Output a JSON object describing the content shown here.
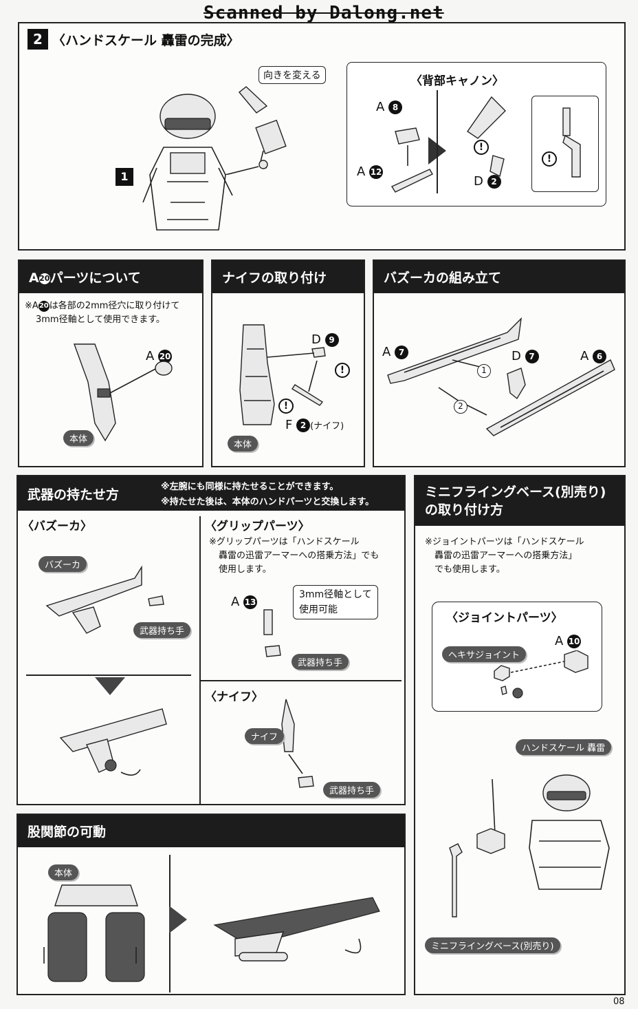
{
  "watermark": "Scanned by Dalong.net",
  "page_number": "08",
  "step2": {
    "number": "2",
    "title": "〈ハンドスケール 轟雷の完成〉",
    "callout": "向きを変える",
    "step1_number": "1",
    "back_cannon_title": "〈背部キャノン〉",
    "parts": {
      "a8": "A",
      "a8_num": "8",
      "a12": "A",
      "a12_num": "12",
      "d2": "D",
      "d2_num": "2"
    }
  },
  "a20_section": {
    "title": "A",
    "title_num": "20",
    "title_rest": "パーツについて",
    "note_line1": "※A",
    "note_num": "20",
    "note_line1_rest": "は各部の2mm径穴に取り付けて",
    "note_line2": "3mm径軸として使用できます。",
    "part_label": "A",
    "part_num": "20",
    "body_tag": "本体"
  },
  "knife_section": {
    "title": "ナイフの取り付け",
    "d9": "D",
    "d9_num": "9",
    "f2": "F",
    "f2_num": "2",
    "f2_note": "(ナイフ)",
    "body_tag": "本体"
  },
  "bazooka_section": {
    "title": "バズーカの組み立て",
    "a7": "A",
    "a7_num": "7",
    "d7": "D",
    "d7_num": "7",
    "a6": "A",
    "a6_num": "6",
    "step_1": "1",
    "step_2": "2"
  },
  "weapon_section": {
    "title": "武器の持たせ方",
    "note1": "※左腕にも同様に持たせることができます。",
    "note2": "※持たせた後は、本体のハンドパーツと交換します。",
    "bazooka_sub": "〈バズーカ〉",
    "bazooka_tag": "バズーカ",
    "hand_tag": "武器持ち手",
    "grip_sub": "〈グリップパーツ〉",
    "grip_note1": "※グリップパーツは「ハンドスケール",
    "grip_note2": "轟雷の迅雷アーマーへの搭乗方法」でも",
    "grip_note3": "使用します。",
    "a13": "A",
    "a13_num": "13",
    "grip_callout1": "3mm径軸として",
    "grip_callout2": "使用可能",
    "grip_hand_tag": "武器持ち手",
    "knife_sub": "〈ナイフ〉",
    "knife_tag": "ナイフ",
    "knife_hand_tag": "武器持ち手"
  },
  "flying_section": {
    "title1": "ミニフライングベース(別売り)",
    "title2": "の取り付け方",
    "note1": "※ジョイントパーツは「ハンドスケール",
    "note2": "轟雷の迅雷アーマーへの搭乗方法」",
    "note3": "でも使用します。",
    "joint_sub": "〈ジョイントパーツ〉",
    "hex_tag": "ヘキサジョイント",
    "a10": "A",
    "a10_num": "10",
    "model_tag": "ハンドスケール 轟雷",
    "base_tag": "ミニフライングベース(別売り)"
  },
  "hip_section": {
    "title": "股関節の可動",
    "body_tag": "本体"
  }
}
